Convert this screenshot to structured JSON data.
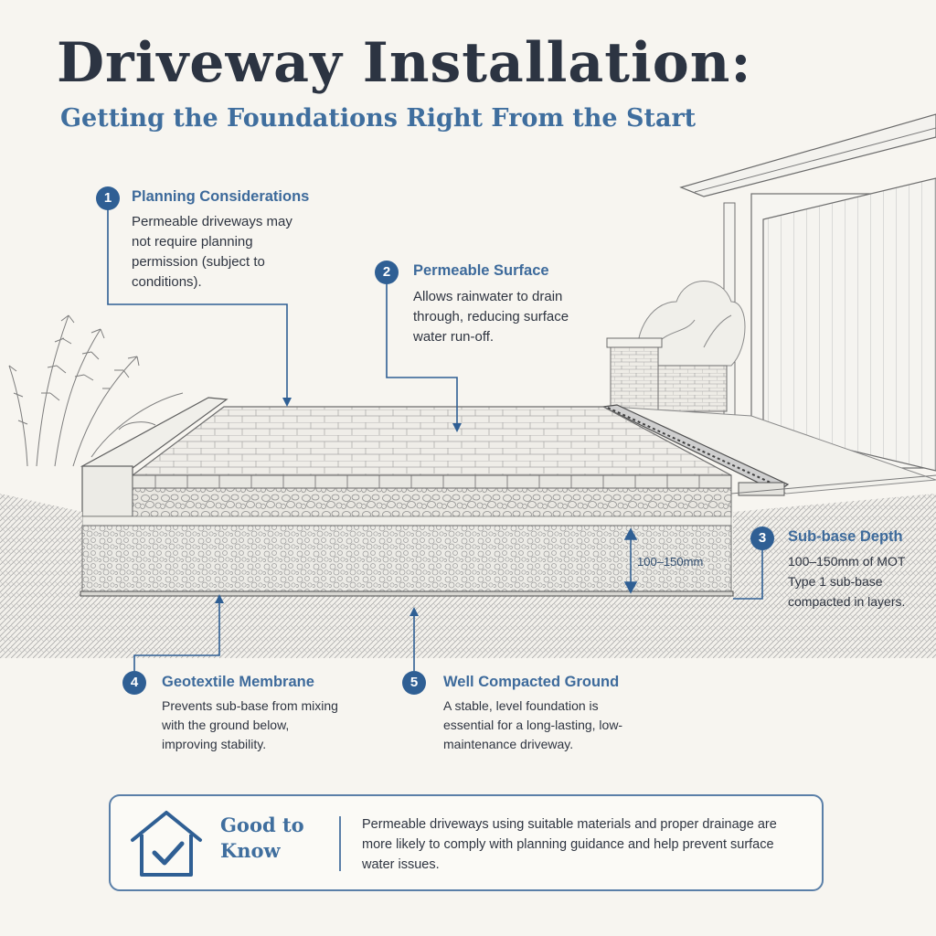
{
  "header": {
    "title": "Driveway Installation:",
    "subtitle": "Getting the Foundations Right From the Start"
  },
  "callouts": [
    {
      "num": "1",
      "title": "Planning Considerations",
      "text": "Permeable driveways may not require planning permission (subject to conditions)."
    },
    {
      "num": "2",
      "title": "Permeable Surface",
      "text": "Allows rainwater to drain through, reducing surface water run-off."
    },
    {
      "num": "3",
      "title": "Sub-base Depth",
      "text": "100–150mm of MOT Type 1 sub-base compacted in layers."
    },
    {
      "num": "4",
      "title": "Geotextile Membrane",
      "text": "Prevents sub-base from mixing with the ground below, improving stability."
    },
    {
      "num": "5",
      "title": "Well  Compacted Ground",
      "text": "A stable, level foundation is essential for a long-lasting, low-maintenance driveway."
    }
  ],
  "diagram": {
    "depth_label": "100–150mm"
  },
  "info_box": {
    "title": "Good to Know",
    "text": "Permeable driveways using suitable materials and proper drainage are more likely to comply with planning guidance and help prevent surface water issues."
  },
  "colors": {
    "accent": "#2f5f94",
    "title": "#2c3442",
    "subtitle": "#3f6e9e",
    "background": "#f7f5f0"
  },
  "icons": [
    "house-check-icon"
  ]
}
